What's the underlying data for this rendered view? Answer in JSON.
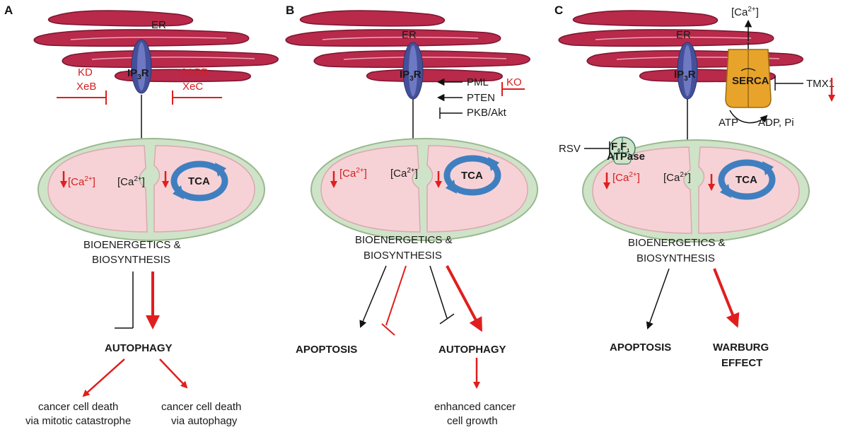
{
  "panels": [
    {
      "letter": "A",
      "er": "ER",
      "ip3r": {
        "main": "IP",
        "sub": "3",
        "tail": "R"
      },
      "inhibitors_left": [
        "KD",
        "XeB"
      ],
      "inhibitors_right": [
        "2APB",
        "XeC"
      ],
      "ca_cyto": {
        "pre": "[Ca",
        "sup": "2+",
        "post": "]"
      },
      "ca_mito": {
        "pre": "[Ca",
        "sup": "2+",
        "post": "]"
      },
      "tca": "TCA",
      "bio": [
        "BIOENERGETICS &",
        "BIOSYNTHESIS"
      ],
      "outcomes": [
        "AUTOPHAGY"
      ],
      "results": [
        [
          "cancer cell death",
          "via mitotic catastrophe"
        ],
        [
          "cancer cell death",
          "via autophagy"
        ]
      ]
    },
    {
      "letter": "B",
      "er": "ER",
      "ip3r": {
        "main": "IP",
        "sub": "3",
        "tail": "R"
      },
      "regulators": [
        "PML",
        "PTEN",
        "PKB/Akt"
      ],
      "ko": "KO",
      "ca_cyto": {
        "pre": "[Ca",
        "sup": "2+",
        "post": "]"
      },
      "ca_mito": {
        "pre": "[Ca",
        "sup": "2+",
        "post": "]"
      },
      "tca": "TCA",
      "bio": [
        "BIOENERGETICS &",
        "BIOSYNTHESIS"
      ],
      "outcomes": [
        "APOPTOSIS",
        "AUTOPHAGY"
      ],
      "results": [
        [
          "enhanced cancer",
          "cell growth"
        ]
      ]
    },
    {
      "letter": "C",
      "er": "ER",
      "ip3r": {
        "main": "IP",
        "sub": "3",
        "tail": "R"
      },
      "ca_er": {
        "pre": "[Ca",
        "sup": "2+",
        "post": "]"
      },
      "serca": "SERCA",
      "tmx": "TMX1",
      "atp": "ATP",
      "adp": "ADP, Pi",
      "rsv": "RSV",
      "atpase": {
        "f0": "F",
        "f0sub": "0",
        "f1": "F",
        "f1sub": "1",
        "name": "ATPase"
      },
      "ca_cyto": {
        "pre": "[Ca",
        "sup": "2+",
        "post": "]"
      },
      "ca_mito": {
        "pre": "[Ca",
        "sup": "2+",
        "post": "]"
      },
      "tca": "TCA",
      "bio": [
        "BIOENERGETICS &",
        "BIOSYNTHESIS"
      ],
      "outcomes": [
        "APOPTOSIS",
        "WARBURG",
        "EFFECT"
      ]
    }
  ],
  "colors": {
    "er_fill": "#b8294a",
    "er_dark": "#7a1630",
    "mito_outer": "#cfe3c8",
    "mito_inner": "#f6d2d6",
    "receptor": "#44509a",
    "tca_arrow": "#3f7fc0",
    "serca": "#e8a42a",
    "red": "#e01e1e",
    "black": "#111111"
  }
}
